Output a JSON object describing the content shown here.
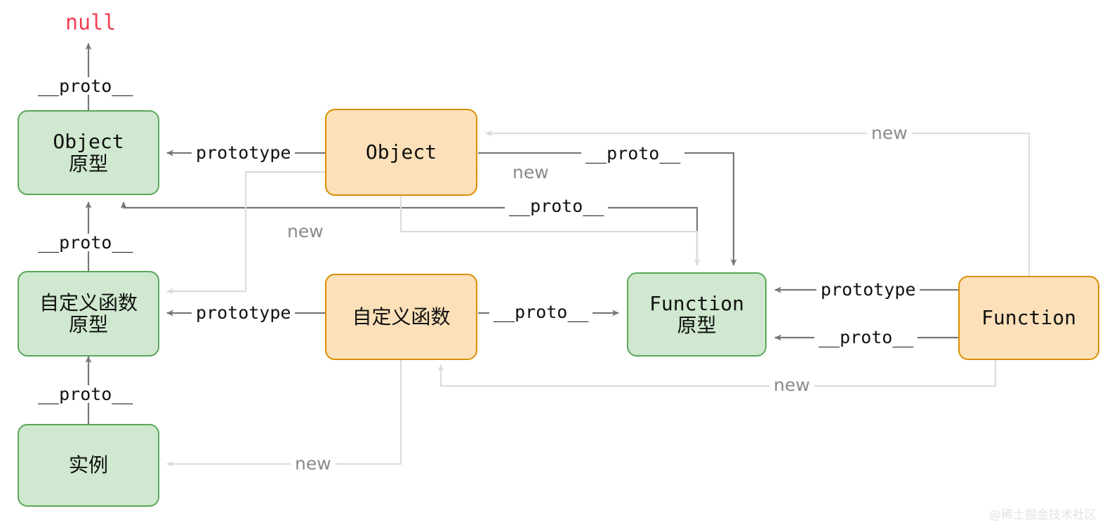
{
  "diagram": {
    "title": "JavaScript prototype chain diagram",
    "colors": {
      "green_fill": "#cfe8cf",
      "green_stroke": "#5aa75a",
      "orange_fill": "#fbe0b9",
      "orange_stroke": "#d79000",
      "dark_edge": "#6e6e6e",
      "faint_edge": "#dcdcdc",
      "null_text": "#ef4054",
      "watermark": "#e3e3e3"
    },
    "nodes": {
      "object_proto": {
        "label": "Object\n原型",
        "kind": "green"
      },
      "object_ctor": {
        "label": "Object",
        "kind": "orange"
      },
      "custom_proto": {
        "label": "自定义函数\n原型",
        "kind": "green"
      },
      "custom_ctor": {
        "label": "自定义函数",
        "kind": "orange"
      },
      "function_proto": {
        "label": "Function\n原型",
        "kind": "green"
      },
      "function_ctor": {
        "label": "Function",
        "kind": "orange"
      },
      "instance": {
        "label": "实例",
        "kind": "green"
      }
    },
    "null_label": "null",
    "edge_labels": {
      "proto_null": "__proto__",
      "proto_custom_to_objp": "__proto__",
      "proto_inst_to_customp": "__proto__",
      "prototype_obj": "prototype",
      "prototype_custom": "prototype",
      "prototype_function": "prototype",
      "proto_objctor_to_fnp": "__proto__",
      "proto_customctor_fnp": "__proto__",
      "proto_fnctor_to_fnp": "__proto__",
      "new_top_right": "new",
      "new_obj_to_customp": "new",
      "new_objctor_to_fnp": "new",
      "new_bottom": "new",
      "new_instance": "new"
    },
    "watermark": "@稀土掘金技术社区"
  }
}
